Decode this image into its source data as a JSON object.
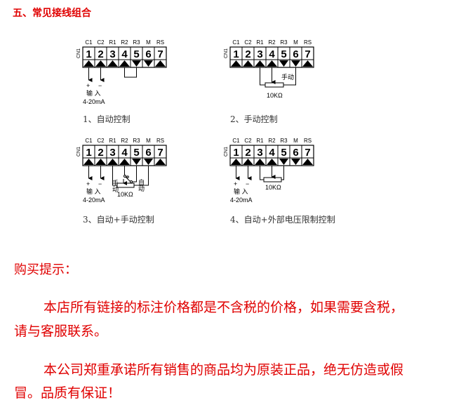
{
  "section_title": "五、常见接线组合",
  "terminal": {
    "connector_label": "CN1",
    "pin_labels": [
      "C1",
      "C2",
      "R1",
      "R2",
      "R3",
      "M",
      "RS"
    ],
    "pin_numbers": [
      "1",
      "2",
      "3",
      "4",
      "5",
      "6",
      "7"
    ]
  },
  "diagrams": [
    {
      "caption": "1、自动控制",
      "triangles": [
        "up",
        "up",
        "up",
        "up",
        "down",
        "down",
        "up"
      ],
      "input_plus": "+",
      "input_minus": "−",
      "input_label": "输 入",
      "input_range": "4-20mA"
    },
    {
      "caption": "2、手动控制",
      "triangles": [
        "up",
        "up",
        "up",
        "up",
        "down",
        "down",
        "up"
      ],
      "manual_label": "手动",
      "resistor": "10KΩ"
    },
    {
      "caption": "3、自动+手动控制",
      "triangles": [
        "up",
        "up",
        "up",
        "up",
        "down",
        "down",
        "up"
      ],
      "input_plus": "+",
      "input_minus": "−",
      "input_label": "输 入",
      "input_range": "4-20mA",
      "manual_label": "手动",
      "auto_label": "自动",
      "resistor": "10KΩ"
    },
    {
      "caption": "4、自动+外部电压限制控制",
      "triangles": [
        "up",
        "up",
        "up",
        "up",
        "down",
        "down",
        "up"
      ],
      "input_plus": "+",
      "input_minus": "−",
      "input_label": "输 入",
      "input_range": "4-20mA",
      "resistor": "10KΩ"
    }
  ],
  "purchase_tips": {
    "title": "购买提示：",
    "para1_line1": "本店所有链接的标注价格都是不含税的价格，如果需要含税，",
    "para1_line2": "请与客服联系。",
    "para2_line1": "本公司郑重承诺所有销售的商品均为原装正品，绝无仿造或假",
    "para2_line2": "冒。品质有保证！"
  },
  "colors": {
    "accent": "#e00000",
    "text": "#000000"
  }
}
